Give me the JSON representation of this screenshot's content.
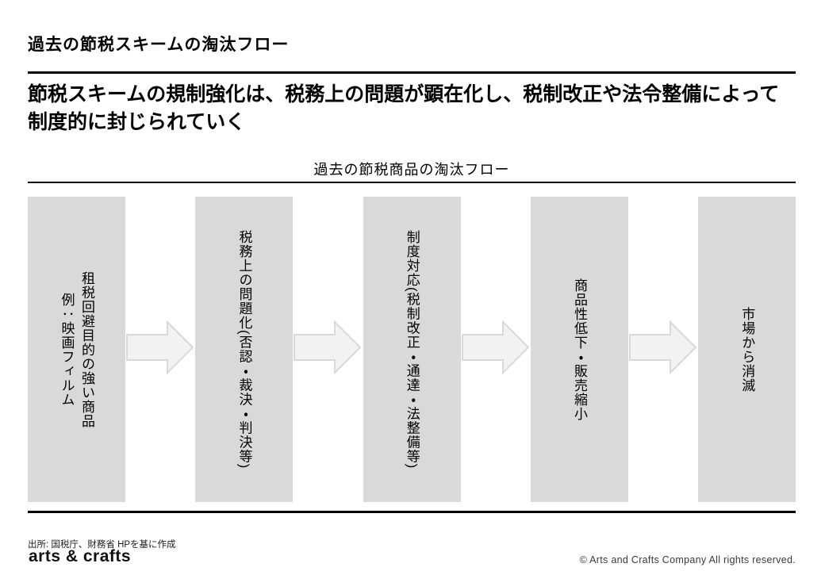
{
  "slide": {
    "title": "過去の節税スキームの淘汰フロー",
    "key_message": "節税スキームの規制強化は、税務上の問題が顕在化し、税制改正や法令整備によって制度的に封じられていく"
  },
  "diagram": {
    "title": "過去の節税商品の淘汰フロー",
    "type": "horizontal-flow",
    "steps": [
      {
        "label": "租税回避目的の強い商品\n例：映画フィルム"
      },
      {
        "label": "税務上の問題化(否認・裁決・判決等)"
      },
      {
        "label": "制度対応(税制改正・通達・法整備等)"
      },
      {
        "label": "商品性低下・販売縮小"
      },
      {
        "label": "市場から消滅"
      }
    ]
  },
  "footer": {
    "source": "出所: 国税庁、財務省 HPを基に作成",
    "logo": "arts & crafts",
    "copyright": "© Arts and Crafts Company All rights reserved."
  },
  "colors": {
    "box_fill": "#d9d9d9",
    "arrow_fill": "#f2f2f2",
    "arrow_stroke": "#d9d9d9",
    "rule_color": "#000000"
  }
}
